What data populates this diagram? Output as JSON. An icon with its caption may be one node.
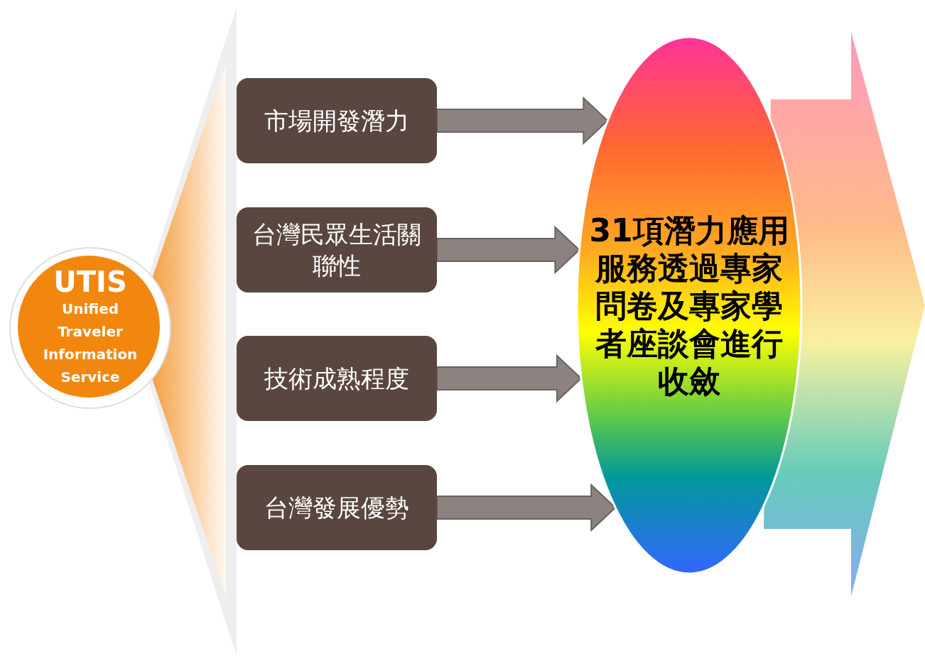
{
  "diagram": {
    "nodes": [
      {
        "text": [
          "UTIS",
          "Unified Traveler Information Service"
        ]
      },
      {
        "text": [
          "市場開發潛力"
        ]
      },
      {
        "text": [
          "台灣民眾生活關聯性"
        ]
      },
      {
        "text": [
          "技術成熟程度"
        ]
      },
      {
        "text": [
          "台灣發展優勢"
        ]
      },
      {
        "text": [
          "31項潛力應用服務透過專家問卷及專家學者座談會進行收斂"
        ]
      }
    ],
    "edges": [
      {
        "from": 1,
        "to": 5,
        "arrow": "to"
      },
      {
        "from": 2,
        "to": 5,
        "arrow": "to"
      },
      {
        "from": 3,
        "to": 5,
        "arrow": "to"
      },
      {
        "from": 4,
        "to": 5,
        "arrow": "to"
      }
    ]
  }
}
